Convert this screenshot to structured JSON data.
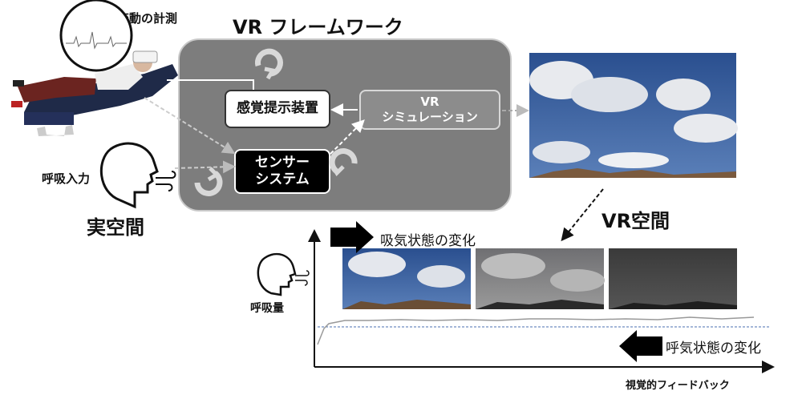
{
  "framework": {
    "title": "VR フレームワーク",
    "sensory_device": "感覚提示装置",
    "vr_simulation_line1": "VR",
    "vr_simulation_line2": "シミュレーション",
    "sensor_system_line1": "センサー",
    "sensor_system_line2": "システム"
  },
  "real_space": {
    "title": "実空間",
    "heart_rate_label": "心拍変動の計測",
    "breath_input_label": "呼吸入力"
  },
  "vr_space": {
    "title": "VR空間"
  },
  "graph": {
    "inhale_label": "吸気状態の変化",
    "exhale_label": "呼気状態の変化",
    "y_label": "呼吸量",
    "x_label": "視覚的フィードバック"
  },
  "colors": {
    "framework_bg": "#7d7d7d",
    "sky_blue": "#2f5a9a",
    "dashed_baseline": "#4a6fb0"
  }
}
